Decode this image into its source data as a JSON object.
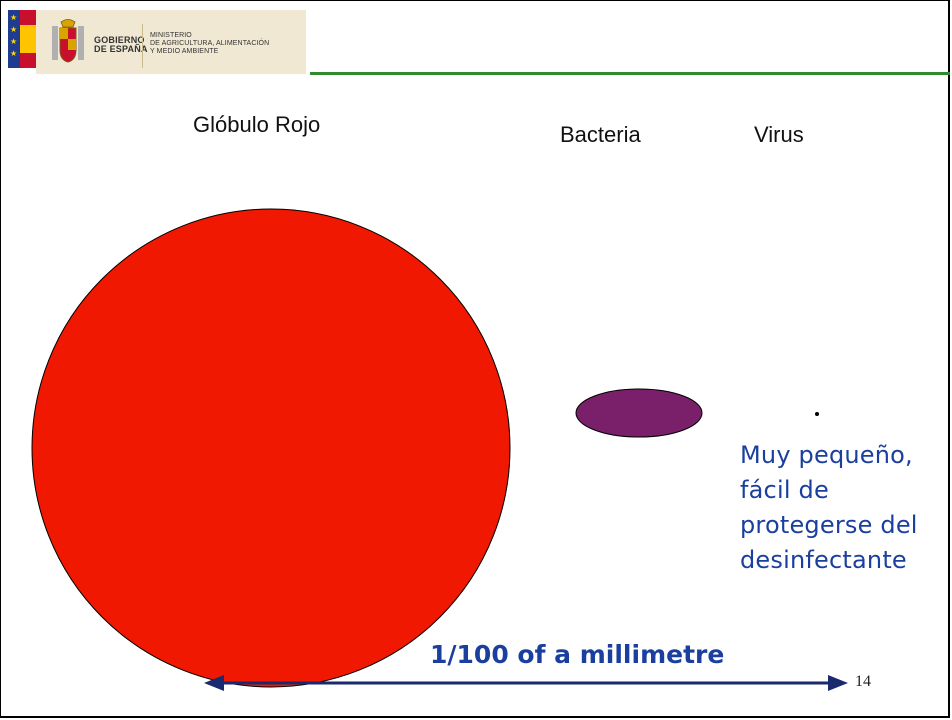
{
  "header": {
    "gov_label": "GOBIERNO\nDE ESPAÑA",
    "ministry_label": "MINISTERIO\nDE AGRICULTURA, ALIMENTACIÓN\nY MEDIO AMBIENTE"
  },
  "labels": {
    "red_blood_cell": "Glóbulo Rojo",
    "bacteria": "Bacteria",
    "virus": "Virus"
  },
  "note": {
    "virus_description": "Muy pequeño, fácil de protegerse del desinfectante"
  },
  "scale": {
    "label": "1/100 of a millimetre"
  },
  "page_number": "14",
  "colors": {
    "red_blood_cell": "#f01800",
    "bacteria": "#7a1f6a",
    "text_blue": "#1a3f9e",
    "arrow": "#1a2a6e",
    "header_green": "#2e8b2e"
  }
}
